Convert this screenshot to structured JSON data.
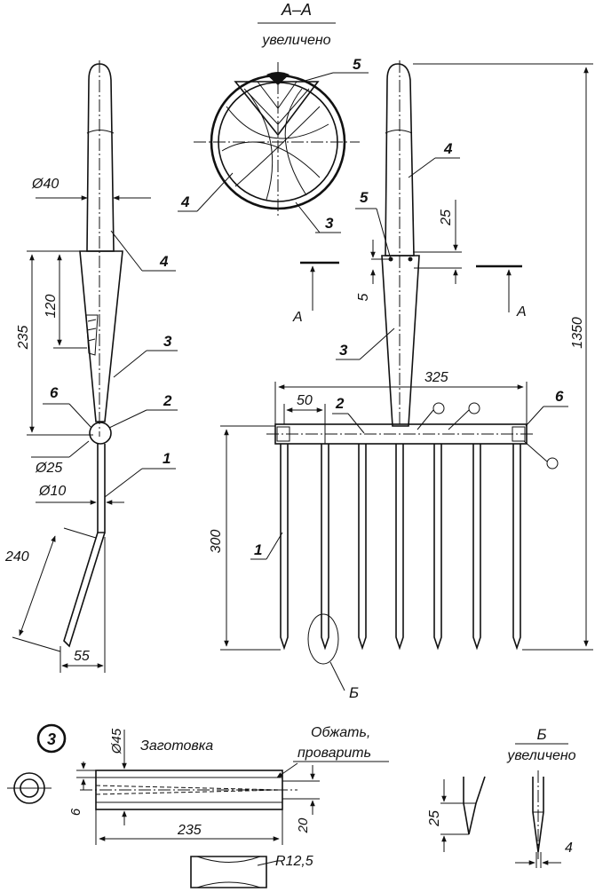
{
  "section_a": {
    "title": "А–А",
    "subtitle": "увеличено"
  },
  "section_b": {
    "title": "Б",
    "subtitle": "увеличено"
  },
  "callouts": {
    "c1_left": "1",
    "c2_left": "2",
    "c3_left": "3",
    "c4_left": "4",
    "c6_left": "6",
    "c4_sec": "4",
    "c5_sec": "5",
    "c3_sec": "3",
    "c5_front": "5",
    "c4_front": "4",
    "c3_front": "3",
    "c2_front": "2",
    "c6_front": "6",
    "c1_front": "1",
    "c3_blank": "3",
    "b_detail": "Б",
    "a_left": "А",
    "a_right": "А"
  },
  "dimensions": {
    "d40": "Ø40",
    "d120": "120",
    "d235": "235",
    "d25": "Ø25",
    "d10": "Ø10",
    "d240": "240",
    "d55": "55",
    "d25_front": "25",
    "d5_front": "5",
    "d1350": "1350",
    "d325": "325",
    "d50": "50",
    "d300": "300",
    "d45": "Ø45",
    "d6": "6",
    "d235_blank": "235",
    "d20": "20",
    "dR": "R12,5",
    "b25": "25",
    "b4": "4"
  },
  "notes": {
    "blank": "Заготовка",
    "crimp_1": "Обжать,",
    "crimp_2": "проварить"
  }
}
